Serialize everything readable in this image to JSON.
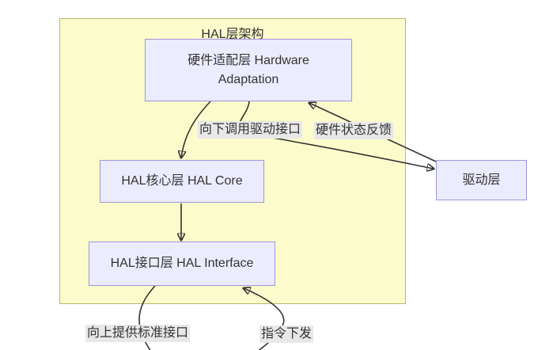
{
  "diagram": {
    "type": "flowchart",
    "container": {
      "title": "HAL层架构"
    },
    "nodes": {
      "hardware_adaptation": {
        "label_lines": [
          "硬件适配层 Hardware",
          "Adaptation"
        ]
      },
      "hal_core": {
        "label": "HAL核心层 HAL Core"
      },
      "hal_interface": {
        "label": "HAL接口层 HAL Interface"
      },
      "driver": {
        "label": "驱动层"
      }
    },
    "edge_labels": {
      "call_driver": "向下调用驱动接口",
      "hw_feedback": "硬件状态反馈",
      "provide_api": "向上提供标准接口",
      "dispatch": "指令下发"
    },
    "edges": [
      {
        "from": "硬件适配层 Hardware Adaptation",
        "to": "HAL核心层 HAL Core",
        "label": ""
      },
      {
        "from": "HAL核心层 HAL Core",
        "to": "HAL接口层 HAL Interface",
        "label": ""
      },
      {
        "from": "硬件适配层 Hardware Adaptation",
        "to": "驱动层",
        "label": "向下调用驱动接口"
      },
      {
        "from": "驱动层",
        "to": "硬件适配层 Hardware Adaptation",
        "label": "硬件状态反馈"
      },
      {
        "from": "HAL接口层 HAL Interface",
        "to": "(offscreen bottom)",
        "label": "向上提供标准接口"
      },
      {
        "from": "(offscreen bottom)",
        "to": "HAL接口层 HAL Interface",
        "label": "指令下发"
      }
    ],
    "colors": {
      "container_fill": "#fbfbcb",
      "container_border": "#b9b970",
      "node_fill": "#ececff",
      "node_border": "#a294dc",
      "edge_color": "#333333",
      "label_bg": "#e8e8e8",
      "text_color": "#333333"
    }
  }
}
